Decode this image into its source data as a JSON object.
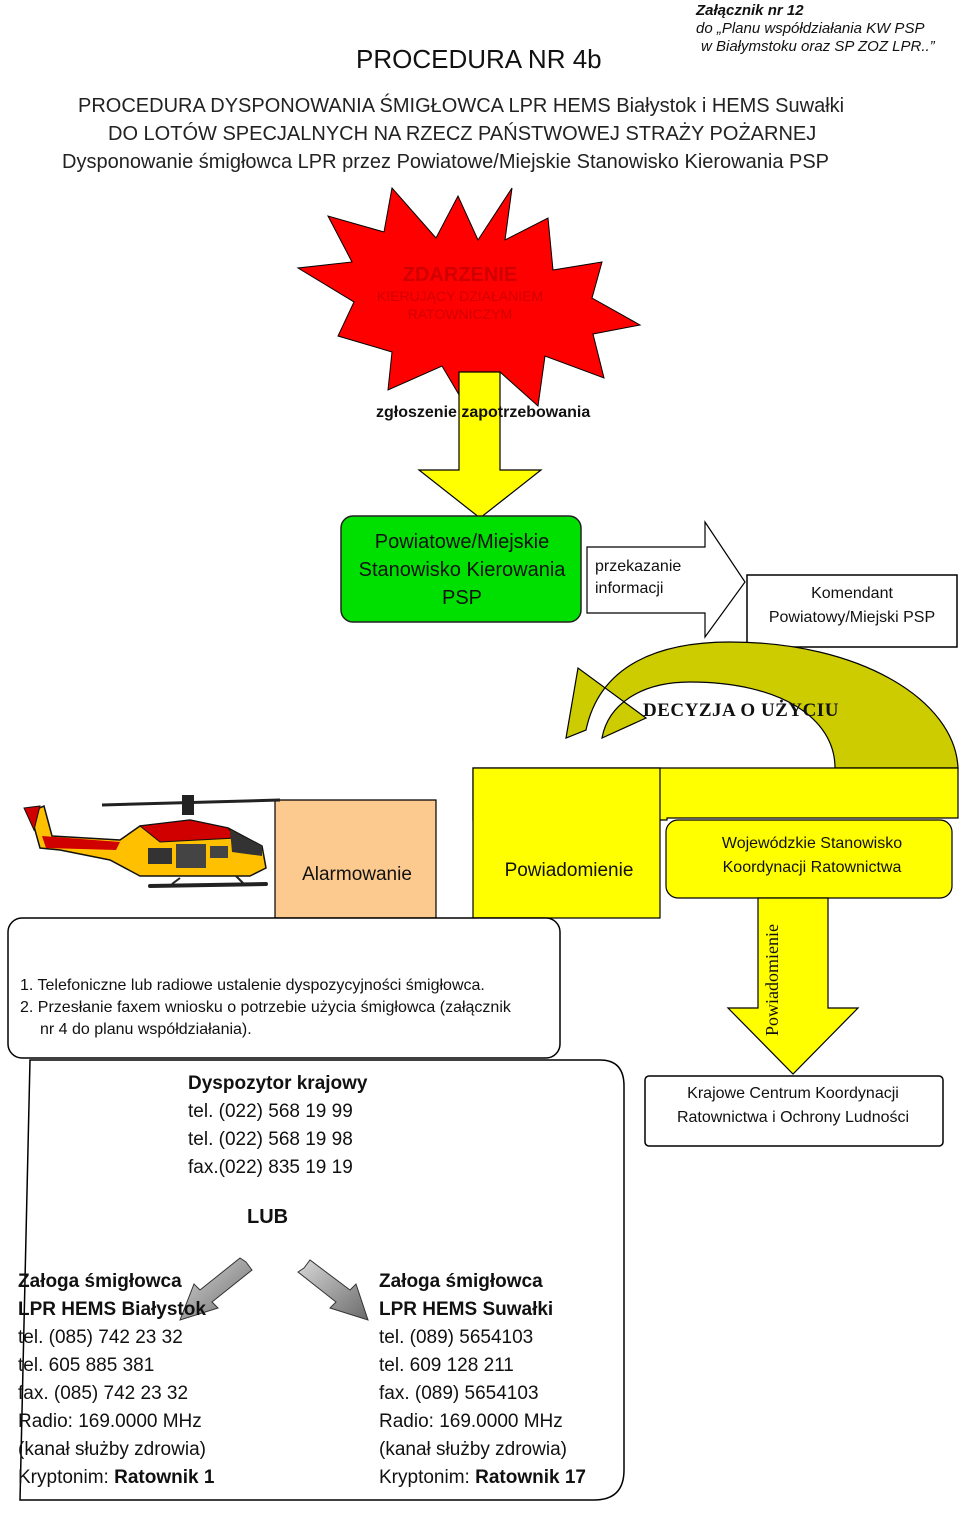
{
  "annex": {
    "line1": "Załącznik nr 12",
    "line2": "do „Planu współdziałania KW PSP",
    "line3": "w Białymstoku oraz SP ZOZ LPR..”"
  },
  "procedure_title": "PROCEDURA  NR  4b",
  "heading": {
    "line1": "PROCEDURA DYSPONOWANIA ŚMIGŁOWCA LPR HEMS Białystok i HEMS Suwałki",
    "line2": "DO LOTÓW SPECJALNYCH NA RZECZ PAŃSTWOWEJ STRAŻY POŻARNEJ",
    "line3": "Dysponowanie śmigłowca LPR przez  Powiatowe/Miejskie Stanowisko Kierowania PSP"
  },
  "incident": {
    "title": "ZDARZENIE",
    "line1": "KIERUJĄCY DZIAŁANIEM",
    "line2": "RATOWNICZYM"
  },
  "request_label": "zgłoszenie zapotrzebowania",
  "pskr": {
    "line1": "Powiatowe/Miejskie",
    "line2": "Stanowisko Kierowania",
    "line3": "PSP"
  },
  "transfer": {
    "line1": "przekazanie",
    "line2": "informacji"
  },
  "commander": {
    "line1": "Komendant",
    "line2": "Powiatowy/Miejski PSP"
  },
  "decision_label": "DECYZJA O UŻYCIU",
  "alarm_label": "Alarmowanie",
  "notify_label": "Powiadomienie",
  "wskr": {
    "line1": "Wojewódzkie Stanowisko",
    "line2": "Koordynacji Ratownictwa"
  },
  "vertical_notify_label": "Powiadomienie",
  "steps": {
    "step1": "1.  Telefoniczne  lub radiowe ustalenie dyspozycyjności śmigłowca.",
    "step2a": "2.  Przesłanie faxem wniosku o potrzebie użycia śmigłowca (załącznik",
    "step2b": "nr 4 do planu współdziałania)."
  },
  "dispatcher": {
    "title": "Dyspozytor krajowy",
    "tel1": "tel. (022) 568 19 99",
    "tel2": "tel. (022) 568 19 98",
    "fax": "fax.(022) 835 19 19"
  },
  "or_label": "LUB",
  "kcr": {
    "line1": "Krajowe Centrum Koordynacji",
    "line2": "Ratownictwa i Ochrony Ludności"
  },
  "crew_bialystok": {
    "title1": "Załoga śmigłowca",
    "title2": "LPR  HEMS  Białystok",
    "tel1": "tel. (085) 742 23 32",
    "tel2": "tel. 605 885 381",
    "fax": "fax. (085) 742 23 32",
    "radio": "Radio: 169.0000 MHz",
    "channel": "(kanał służby zdrowia)",
    "codename_label": "Kryptonim: ",
    "codename": "Ratownik 1"
  },
  "crew_suwalki": {
    "title1": "Załoga śmigłowca",
    "title2": "LPR  HEMS  Suwałki",
    "tel1": "tel. (089) 5654103",
    "tel2": "tel. 609 128 211",
    "fax": "fax. (089) 5654103",
    "radio": "Radio: 169.0000 MHz",
    "channel": "(kanał służby zdrowia)",
    "codename_label": "Kryptonim: ",
    "codename": "Ratownik 17"
  },
  "colors": {
    "star": "#ff0000",
    "arrow_yellow": "#ffff00",
    "green_box": "#00e000",
    "alarm_arrow": "#fcc98f",
    "decision_arrow": "#cccc00",
    "gray_arrow": "#8c8c8c"
  }
}
